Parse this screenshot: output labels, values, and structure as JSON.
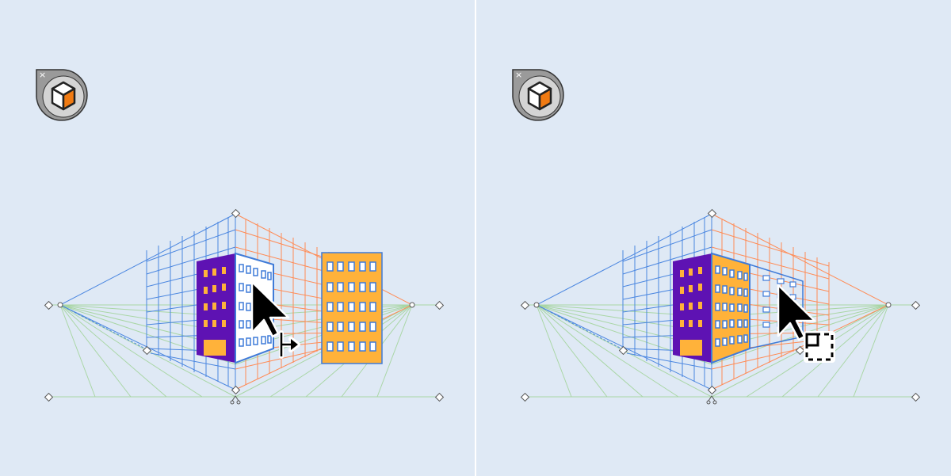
{
  "app": {
    "name": ""
  },
  "colors": {
    "background": "#dfe9f5",
    "left_grid": "#4a86e0",
    "right_grid": "#ff8b55",
    "horizon_grid": "#a9d6a5",
    "building_purple": "#5e12b3",
    "building_orange": "#ffb23a",
    "window_blue": "#3f7bd8",
    "cursor": "#000000",
    "widget_ring": "#9a9a9a",
    "widget_accent": "#f07a12"
  },
  "panels": [
    {
      "id": "left",
      "cursor_mode": "move-plane",
      "icons": [
        "perspective-grid-widget-icon",
        "cube-icon",
        "close-icon",
        "arrow-cursor-icon",
        "move-plane-icon"
      ]
    },
    {
      "id": "right",
      "cursor_mode": "attach-to-plane",
      "icons": [
        "perspective-grid-widget-icon",
        "cube-icon",
        "close-icon",
        "arrow-cursor-icon",
        "marquee-select-icon"
      ]
    }
  ],
  "widget": {
    "close_glyph": "×"
  }
}
